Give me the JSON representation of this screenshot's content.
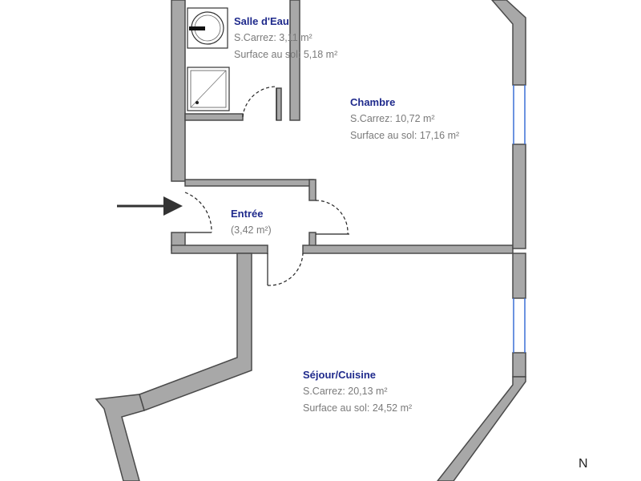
{
  "rooms": {
    "salle_eau": {
      "name": "Salle d'Eau",
      "carrez": "S.Carrez: 3,11 m²",
      "surface_sol": "Surface au sol: 5,18 m²"
    },
    "chambre": {
      "name": "Chambre",
      "carrez": "S.Carrez: 10,72 m²",
      "surface_sol": "Surface au sol: 17,16 m²"
    },
    "entree": {
      "name": "Entrée",
      "area": "(3,42 m²)"
    },
    "sejour": {
      "name": "Séjour/Cuisine",
      "carrez": "S.Carrez: 20,13 m²",
      "surface_sol": "Surface au sol: 24,52 m²"
    }
  },
  "compass": {
    "north_label": "N"
  },
  "colors": {
    "wall_fill": "#a8a8a8",
    "wall_stroke": "#4a4a4a",
    "window": "#3b6fd6",
    "label": "#1f2a8c",
    "text": "#7a7a7a",
    "arrow": "#333333"
  },
  "icons": [
    "entry-arrow-icon",
    "washbasin-icon",
    "shower-icon"
  ]
}
